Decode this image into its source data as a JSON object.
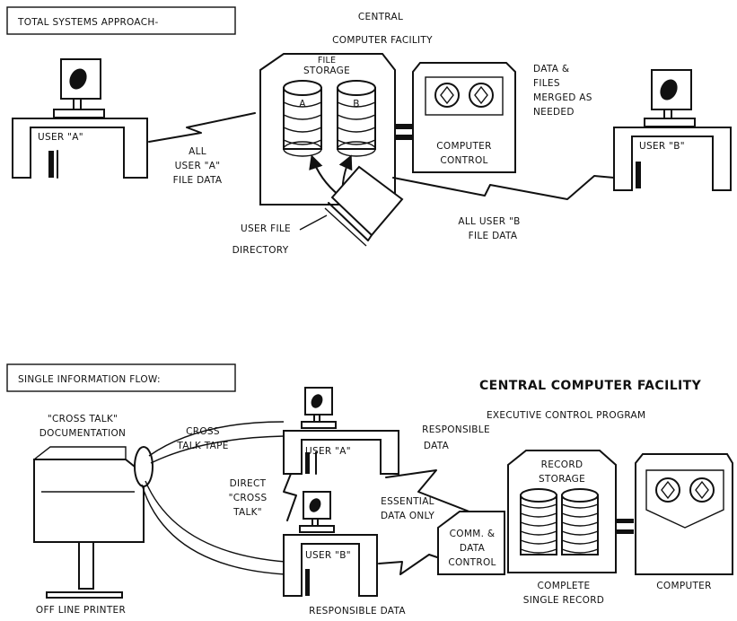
{
  "top": {
    "title_box": "TOTAL SYSTEMS APPROACH-",
    "central_title_1": "CENTRAL",
    "central_title_2": "COMPUTER FACILITY",
    "file_storage_1": "FILE",
    "file_storage_2": "STORAGE",
    "drum_a": "A",
    "drum_b": "B",
    "computer_control_1": "COMPUTER",
    "computer_control_2": "CONTROL",
    "merge_note": [
      "DATA &",
      "FILES",
      "MERGED AS",
      "NEEDED"
    ],
    "user_a": "USER \"A\"",
    "user_b": "USER \"B\"",
    "user_a_data": [
      "ALL",
      "USER \"A\"",
      "FILE DATA"
    ],
    "user_b_data": [
      "ALL USER \"B",
      "FILE DATA"
    ],
    "directory": [
      "USER FILE",
      "DIRECTORY"
    ]
  },
  "bottom": {
    "title_box": "SINGLE INFORMATION FLOW:",
    "central_header": "CENTRAL COMPUTER FACILITY",
    "exec_program": "EXECUTIVE CONTROL PROGRAM",
    "cross_talk_doc": [
      "\"CROSS TALK\"",
      "DOCUMENTATION"
    ],
    "cross_talk_tape": [
      "CROSS",
      "TALK TAPE"
    ],
    "direct_cross_talk": [
      "DIRECT",
      "\"CROSS",
      "TALK\""
    ],
    "user_a": "USER \"A\"",
    "user_b": "USER \"B\"",
    "responsible_data_a": [
      "RESPONSIBLE",
      "DATA"
    ],
    "essential_data": [
      "ESSENTIAL",
      "DATA ONLY"
    ],
    "comm_control": [
      "COMM. &",
      "DATA",
      "CONTROL"
    ],
    "record_storage": [
      "RECORD",
      "STORAGE"
    ],
    "complete_record": [
      "COMPLETE",
      "SINGLE RECORD"
    ],
    "computer": "COMPUTER",
    "offline_printer": "OFF LINE PRINTER",
    "responsible_data_b": "RESPONSIBLE DATA"
  }
}
